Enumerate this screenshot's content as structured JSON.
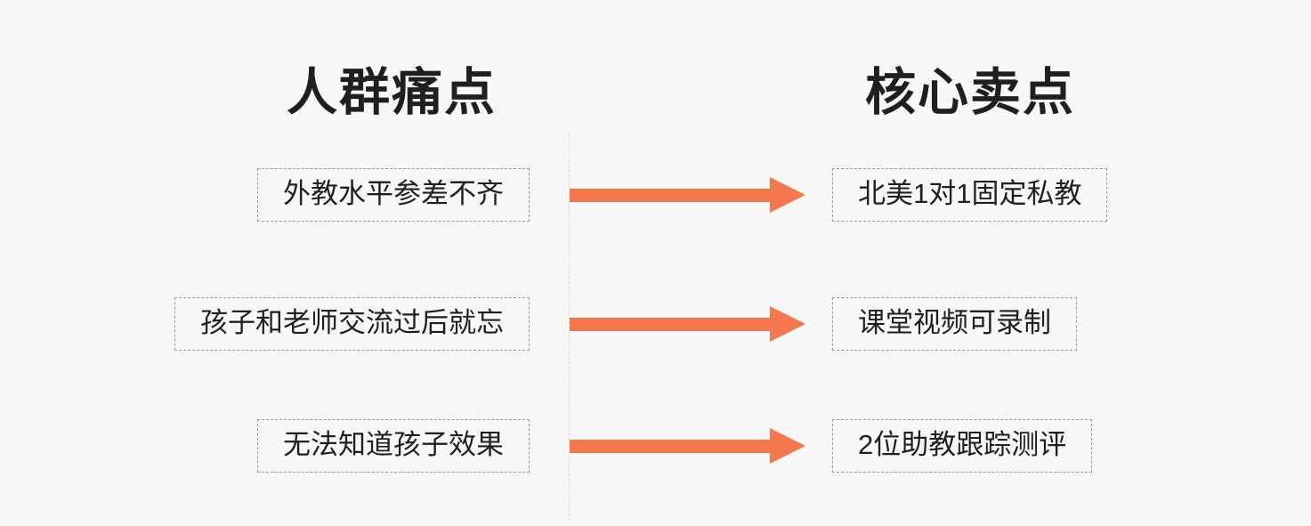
{
  "diagram": {
    "left_header": "人群痛点",
    "right_header": "核心卖点",
    "rows": [
      {
        "pain_point": "外教水平参差不齐",
        "selling_point": "北美1对1固定私教"
      },
      {
        "pain_point": "孩子和老师交流过后就忘",
        "selling_point": "课堂视频可录制"
      },
      {
        "pain_point": "无法知道孩子效果",
        "selling_point": "2位助教跟踪测评"
      }
    ]
  },
  "colors": {
    "background": "#f7f7f7",
    "arrow": "#f5774e",
    "box_border": "#999999",
    "text": "#1f1f1f"
  }
}
